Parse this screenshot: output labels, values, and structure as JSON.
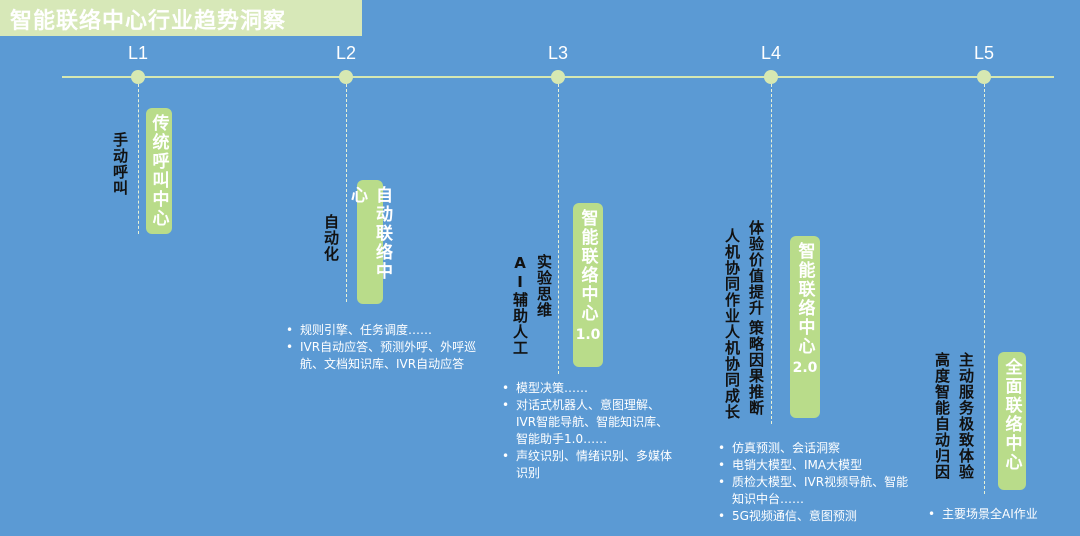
{
  "title": "智能联络中心行业趋势洞察",
  "levels": [
    "L1",
    "L2",
    "L3",
    "L4",
    "L5"
  ],
  "stages": [
    {
      "pill": "传统呼叫中心",
      "desc": [
        "手动呼叫"
      ],
      "notes": []
    },
    {
      "pill": "自动联络中心",
      "desc": [
        "自动化"
      ],
      "notes": [
        "规则引擎、任务调度……",
        "IVR自动应答、预测外呼、外呼巡航、文档知识库、IVR自动应答"
      ]
    },
    {
      "pill": "智能联络中心",
      "version": "1.0",
      "desc": [
        "实验思维",
        "AI辅助人工"
      ],
      "notes": [
        "模型决策……",
        "对话式机器人、意图理解、IVR智能导航、智能知识库、智能助手1.0……",
        "声纹识别、情绪识别、多媒体识别"
      ]
    },
    {
      "pill": "智能联络中心",
      "version": "2.0",
      "desc": [
        "体验价值提升",
        "策略因果推断",
        "人机协同作业人机协同成长"
      ],
      "notes": [
        "仿真预测、会话洞察",
        "电销大模型、IMA大模型",
        "质检大模型、IVR视频导航、智能知识中台……",
        "5G视频通信、意图预测"
      ]
    },
    {
      "pill": "全面联络中心",
      "desc": [
        "主动服务极致体验",
        "高度智能自动归因"
      ],
      "notes": [
        "主要场景全AI作业"
      ]
    }
  ]
}
